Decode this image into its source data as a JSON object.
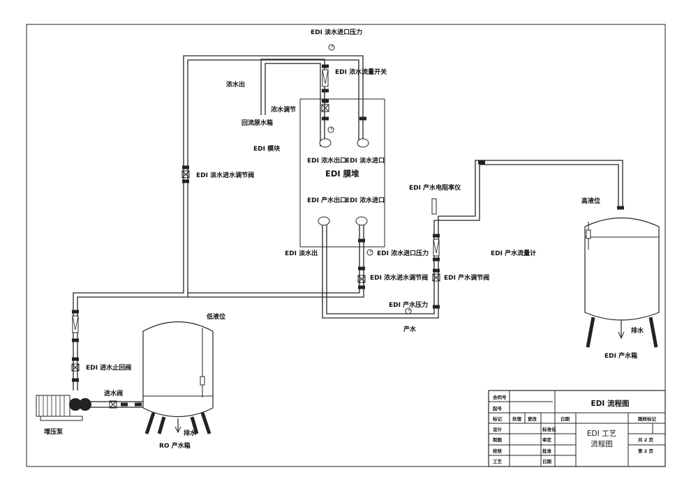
{
  "diagram": {
    "labels": {
      "edi_fresh_inlet_pressure": "EDI 淡水进口压力",
      "edi_conc_flow_switch": "EDI 浓水流量开关",
      "conc_out": "浓水出",
      "conc_adjust": "浓水调节",
      "return_raw_tank": "回流原水箱",
      "edi_module": "EDI 模块",
      "conc_outlet": "EDI 浓水出口",
      "fresh_inlet_top": "EDI 淡水进口",
      "edi_stack": "EDI 膜堆",
      "product_outlet": "EDI 产水出口",
      "conc_inlet": "EDI 浓水进口",
      "edi_fresh_out": "EDI 淡水出",
      "edi_conc_inlet_pressure": "EDI 浓水进口压力",
      "edi_conc_inlet_valve": "EDI 浓水进水调节阀",
      "edi_product_pressure": "EDI 产水压力",
      "product_water": "产水",
      "edi_fresh_inlet_valve": "EDI 淡水进水调节阀",
      "edi_inlet_check_valve": "EDI 进水止回阀",
      "inlet_valve": "进水阀",
      "booster_pump": "增压泵",
      "low_level": "低液位",
      "drain_left": "排水",
      "ro_tank": "RO 产水箱",
      "resistivity_meter": "EDI 产水电阻率仪",
      "product_flowmeter": "EDI 产水流量计",
      "product_valve": "EDI 产水调节阀",
      "high_level": "高液位",
      "drain_right": "排水",
      "edi_tank": "EDI 产水箱"
    }
  },
  "title_block": {
    "contract_no": "合同号",
    "start_no": "起号",
    "title": "EDI 流程图",
    "mark": "标记",
    "place_count": "处理",
    "change": "更改",
    "date": "日期",
    "sample_mark": "图样标记",
    "design": "设计",
    "standardize": "标准化",
    "drawn": "制图",
    "review": "审定",
    "proofread": "校核",
    "approve": "批准",
    "process": "工艺",
    "date2": "日期",
    "sheet_title": "EDI 工艺\n流程图",
    "total_pages": "共 2 页",
    "page_no": "第 2 页"
  }
}
